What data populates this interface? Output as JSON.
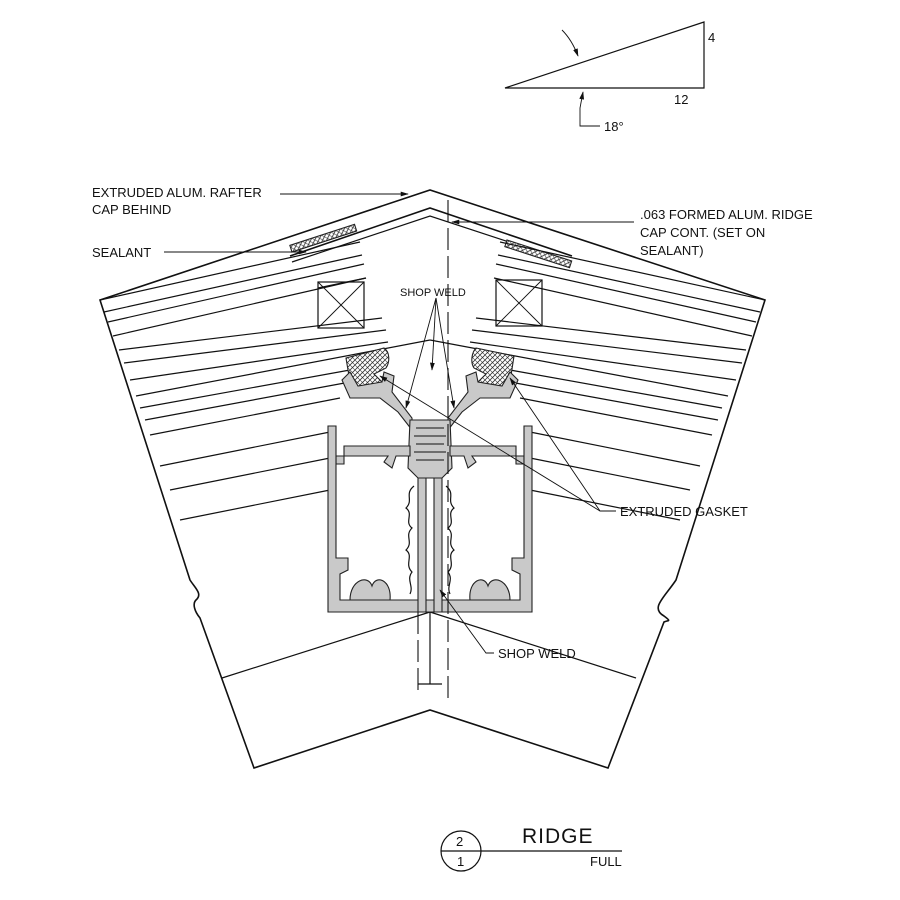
{
  "slope": {
    "rise": "4",
    "run": "12",
    "angle": "18°"
  },
  "callouts": {
    "rafter_cap": [
      "EXTRUDED ALUM. RAFTER",
      "CAP BEHIND"
    ],
    "sealant": "SEALANT",
    "ridge_cap": [
      ".063 FORMED ALUM. RIDGE",
      "CAP CONT. (SET ON",
      "SEALANT)"
    ],
    "shop_weld_top": "SHOP WELD",
    "extruded_gasket": "EXTRUDED GASKET",
    "shop_weld_bottom": "SHOP WELD"
  },
  "title_block": {
    "detail_number": "2",
    "sheet_number": "1",
    "title": "RIDGE",
    "scale": "FULL"
  },
  "colors": {
    "line": "#111111",
    "metal_fill": "#c9c9c9",
    "background": "#ffffff"
  }
}
